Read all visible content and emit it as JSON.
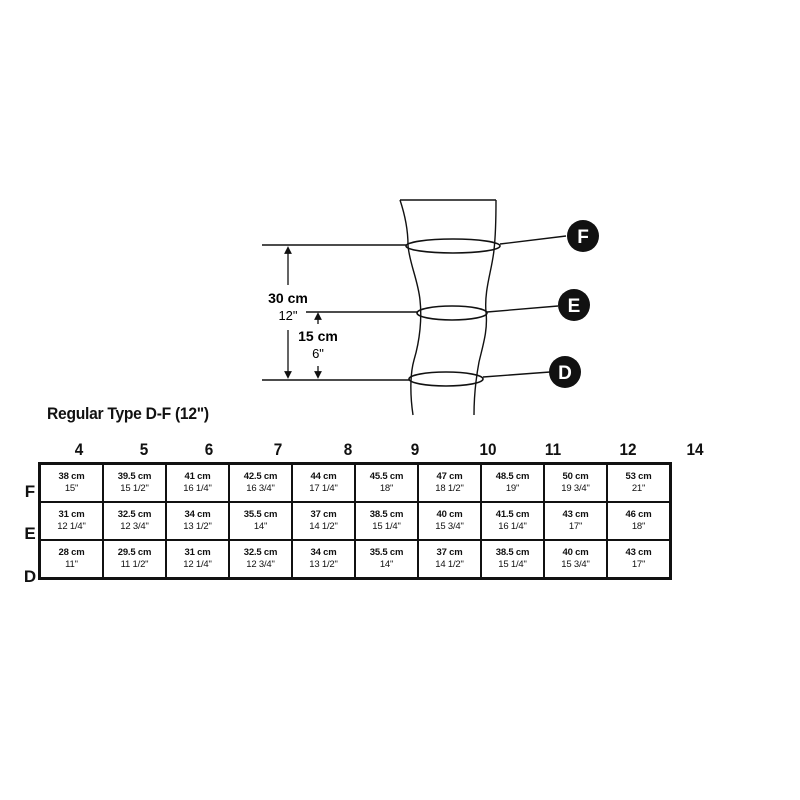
{
  "diagram": {
    "markers": [
      {
        "letter": "F"
      },
      {
        "letter": "E"
      },
      {
        "letter": "D"
      }
    ],
    "dimension_long": {
      "cm": "30 cm",
      "inch": "12\""
    },
    "dimension_short": {
      "cm": "15 cm",
      "inch": "6\""
    }
  },
  "table": {
    "title": "Regular Type D-F (12\")",
    "sizes": [
      "4",
      "5",
      "6",
      "7",
      "8",
      "9",
      "10",
      "11",
      "12",
      "14"
    ],
    "rows": [
      {
        "label": "F",
        "cells": [
          {
            "cm": "38 cm",
            "in": "15\""
          },
          {
            "cm": "39.5 cm",
            "in": "15 1/2\""
          },
          {
            "cm": "41 cm",
            "in": "16 1/4\""
          },
          {
            "cm": "42.5 cm",
            "in": "16 3/4\""
          },
          {
            "cm": "44 cm",
            "in": "17 1/4\""
          },
          {
            "cm": "45.5 cm",
            "in": "18\""
          },
          {
            "cm": "47 cm",
            "in": "18 1/2\""
          },
          {
            "cm": "48.5 cm",
            "in": "19\""
          },
          {
            "cm": "50 cm",
            "in": "19 3/4\""
          },
          {
            "cm": "53 cm",
            "in": "21\""
          }
        ]
      },
      {
        "label": "E",
        "cells": [
          {
            "cm": "31 cm",
            "in": "12 1/4\""
          },
          {
            "cm": "32.5 cm",
            "in": "12 3/4\""
          },
          {
            "cm": "34 cm",
            "in": "13 1/2\""
          },
          {
            "cm": "35.5 cm",
            "in": "14\""
          },
          {
            "cm": "37 cm",
            "in": "14 1/2\""
          },
          {
            "cm": "38.5 cm",
            "in": "15 1/4\""
          },
          {
            "cm": "40 cm",
            "in": "15 3/4\""
          },
          {
            "cm": "41.5 cm",
            "in": "16 1/4\""
          },
          {
            "cm": "43 cm",
            "in": "17\""
          },
          {
            "cm": "46 cm",
            "in": "18\""
          }
        ]
      },
      {
        "label": "D",
        "cells": [
          {
            "cm": "28 cm",
            "in": "11\""
          },
          {
            "cm": "29.5 cm",
            "in": "11 1/2\""
          },
          {
            "cm": "31 cm",
            "in": "12 1/4\""
          },
          {
            "cm": "32.5 cm",
            "in": "12 3/4\""
          },
          {
            "cm": "34 cm",
            "in": "13 1/2\""
          },
          {
            "cm": "35.5 cm",
            "in": "14\""
          },
          {
            "cm": "37 cm",
            "in": "14 1/2\""
          },
          {
            "cm": "38.5 cm",
            "in": "15 1/4\""
          },
          {
            "cm": "40 cm",
            "in": "15 3/4\""
          },
          {
            "cm": "43 cm",
            "in": "17\""
          }
        ]
      }
    ]
  }
}
